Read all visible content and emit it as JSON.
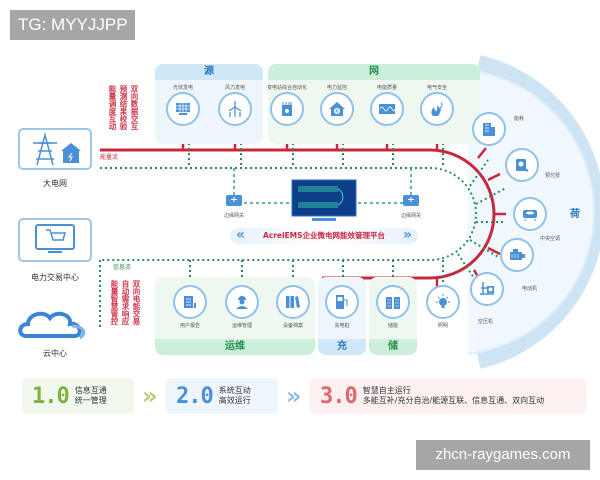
{
  "watermarks": {
    "top": "TG: MYYJJPP",
    "bottom": "zhcn-raygames.com"
  },
  "groups": {
    "source": {
      "title": "源",
      "items": [
        {
          "label": "光伏发电",
          "icon": "solar-panel-icon"
        },
        {
          "label": "风力发电",
          "icon": "wind-turbine-icon"
        }
      ]
    },
    "grid": {
      "title": "网",
      "items": [
        {
          "label": "变电站综合自动化",
          "icon": "substation-icon"
        },
        {
          "label": "电力监控",
          "icon": "power-monitor-icon"
        },
        {
          "label": "电能质量",
          "icon": "power-quality-icon"
        },
        {
          "label": "电气安全",
          "icon": "electrical-safety-icon"
        }
      ]
    },
    "ops": {
      "title": "运维",
      "items": [
        {
          "label": "用户报告",
          "icon": "report-icon"
        },
        {
          "label": "运维管理",
          "icon": "maintenance-worker-icon"
        },
        {
          "label": "设备档案",
          "icon": "archive-icon"
        }
      ]
    },
    "charge": {
      "title": "充",
      "items": [
        {
          "label": "充电桩",
          "icon": "charging-pile-icon"
        }
      ]
    },
    "storage": {
      "title": "储",
      "items": [
        {
          "label": "储能",
          "icon": "battery-storage-icon"
        }
      ]
    },
    "load": {
      "title": "荷",
      "items": [
        {
          "label": "能耗",
          "icon": "building-icon"
        },
        {
          "label": "预付费",
          "icon": "prepaid-card-icon"
        },
        {
          "label": "中央空调",
          "icon": "air-conditioner-icon"
        },
        {
          "label": "电动机",
          "icon": "motor-icon"
        },
        {
          "label": "空压机",
          "icon": "air-compressor-icon"
        },
        {
          "label": "照明",
          "icon": "light-bulb-icon"
        }
      ]
    }
  },
  "left": {
    "grid": {
      "label": "大电网"
    },
    "trading": {
      "label": "电力交易中心"
    },
    "cloud": {
      "label": "云中心"
    }
  },
  "flows": {
    "energy": {
      "label": "能量流",
      "color": "#c8283f",
      "notes": [
        "双向数据交互",
        "预测结果校验",
        "能量调度互动"
      ]
    },
    "info": {
      "label": "信息流",
      "color": "#2e8b57",
      "notes": [
        "双向电能交易",
        "自动需求响应",
        "能量智慧管控"
      ]
    }
  },
  "center": {
    "platform": "AcrelEMS企业微电网能效管理平台",
    "gateway_left": "边缘网关",
    "gateway_right": "边缘网关"
  },
  "stages": [
    {
      "num": "1.0",
      "line1": "信息互通",
      "line2": "统一管理",
      "color": "#7cb342"
    },
    {
      "num": "2.0",
      "line1": "系统互动",
      "line2": "高效运行",
      "color": "#4a90d9"
    },
    {
      "num": "3.0",
      "line1": "智慧自主运行",
      "line2": "多能互补/充分自治/能源互联、信息互通、双向互动",
      "color": "#e0686a"
    }
  ]
}
